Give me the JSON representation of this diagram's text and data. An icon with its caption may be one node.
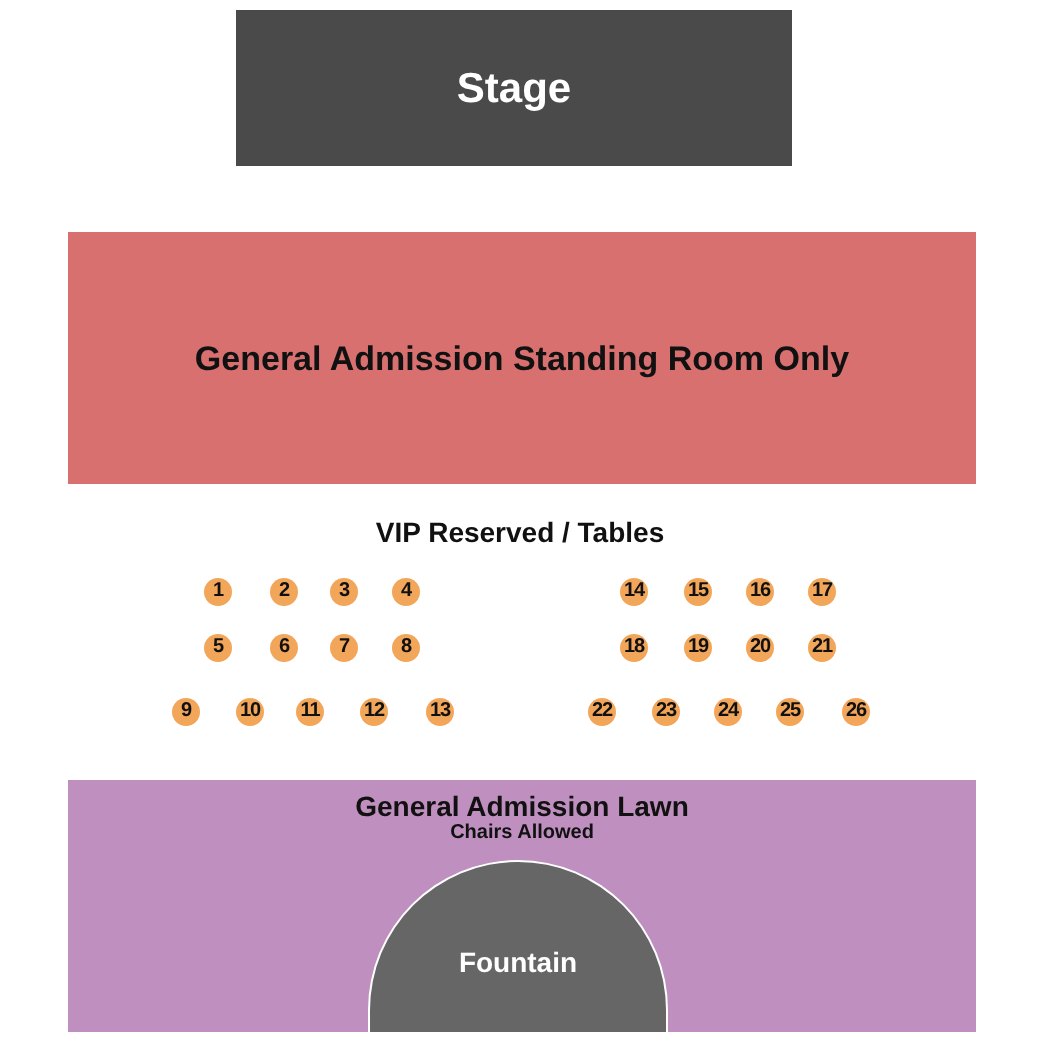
{
  "diagram": {
    "nodes": [
      {
        "text": [
          "Stage"
        ]
      },
      {
        "text": [
          "General Admission Standing Room Only"
        ]
      },
      {
        "text": [
          "1"
        ]
      },
      {
        "text": [
          "2"
        ]
      },
      {
        "text": [
          "3"
        ]
      },
      {
        "text": [
          "4"
        ]
      },
      {
        "text": [
          "14"
        ]
      },
      {
        "text": [
          "15"
        ]
      },
      {
        "text": [
          "16"
        ]
      },
      {
        "text": [
          "17"
        ]
      },
      {
        "text": [
          "5"
        ]
      },
      {
        "text": [
          "6"
        ]
      },
      {
        "text": [
          "7"
        ]
      },
      {
        "text": [
          "8"
        ]
      },
      {
        "text": [
          "18"
        ]
      },
      {
        "text": [
          "19"
        ]
      },
      {
        "text": [
          "20"
        ]
      },
      {
        "text": [
          "21"
        ]
      },
      {
        "text": [
          "9"
        ]
      },
      {
        "text": [
          "10"
        ]
      },
      {
        "text": [
          "11"
        ]
      },
      {
        "text": [
          "12"
        ]
      },
      {
        "text": [
          "13"
        ]
      },
      {
        "text": [
          "22"
        ]
      },
      {
        "text": [
          "23"
        ]
      },
      {
        "text": [
          "24"
        ]
      },
      {
        "text": [
          "25"
        ]
      },
      {
        "text": [
          "26"
        ]
      },
      {
        "text": [
          "General Admission Lawn",
          "Chairs Allowed"
        ]
      },
      {
        "text": [
          "Fountain"
        ],
        "in": 28
      }
    ],
    "labels": [
      "VIP Reserved / Tables"
    ]
  }
}
